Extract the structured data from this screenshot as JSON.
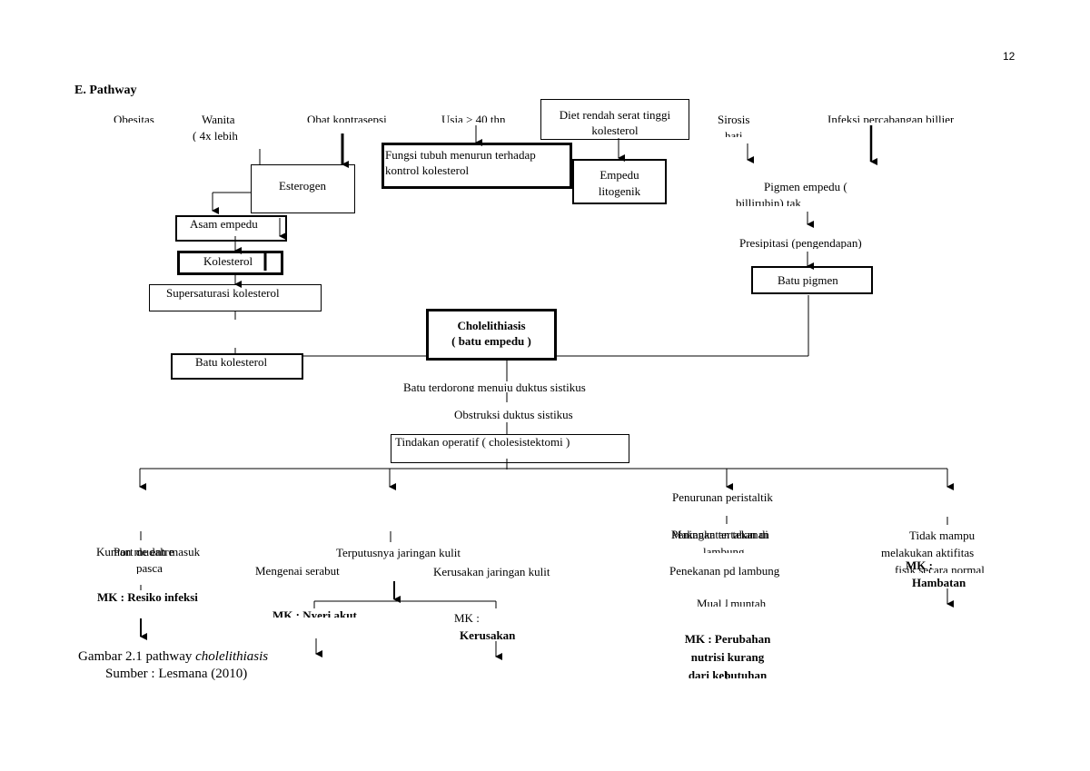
{
  "page_number": "12",
  "section_title": "E. Pathway",
  "nodes": {
    "obesitas": "Obesitas",
    "wanita": "Wanita",
    "wanita_sub": "( 4x lebih",
    "obat": "Obat kontrasepsi",
    "usia": "Usia > 40 thn",
    "diet": "Diet rendah serat tinggi kolesterol",
    "sirosis": "Sirosis",
    "sirosis_sub": "hati",
    "infeksi": "Infeksi percabangan billier",
    "esterogen": "Esterogen",
    "fungsi": "Fungsi tubuh menurun terhadap kontrol kolesterol",
    "empedu_lito": "Empedu litogenik",
    "pigmen": "Pigmen empedu (",
    "pigmen_sub": "billirubin) tak",
    "asam": "Asam empedu",
    "kolesterol": "Kolesterol",
    "presipitasi": "Presipitasi (pengendapan)",
    "batu_pigmen": "Batu pigmen",
    "supersaturasi": "Supersaturasi kolesterol",
    "chole_title": "Cholelithiasis",
    "chole_sub": "( batu empedu )",
    "batu_kolesterol": "Batu kolesterol",
    "batu_terdorong": "Batu terdorong menuju duktus sistikus",
    "obstruksi": "Obstruksi duktus sistikus",
    "tindakan": "Tindakan operatif ( cholesistektomi )",
    "penurunan": "Penurunan peristaltik",
    "kuman": "Kuman mudah masuk",
    "port": "Port de entre",
    "pasca": "pasca",
    "terputus": "Terputusnya jaringan kulit",
    "mengenai": "Mengenai serabut",
    "kerusakan_jar": "Kerusakan jaringan kulit",
    "makanan": "Makanan tertahan di",
    "lambung": "lambung",
    "peningkatan": "Peningkatan tekanan",
    "penekanan": "Penekanan pd lambung",
    "mual": "Mual , muntah",
    "tidak_mampu": "Tidak mampu",
    "melakukan": "melakukan aktifitas",
    "fisik": "fisik secara normal",
    "mk_infeksi": "MK : Resiko infeksi",
    "mk_nyeri": "MK : Nyeri akut",
    "mk_kerusakan_1": "MK :",
    "mk_kerusakan_2": "Kerusakan",
    "mk_nutrisi_1": "MK : Perubahan",
    "mk_nutrisi_2": "nutrisi kurang",
    "mk_nutrisi_3": "dari kebutuhan",
    "mk_hambatan_1": "MK :",
    "mk_hambatan_2": "Hambatan"
  },
  "caption": {
    "prefix": "Gambar 2.1 pathway ",
    "italic": "cholelithiasis",
    "source": "Sumber : Lesmana (2010)"
  }
}
